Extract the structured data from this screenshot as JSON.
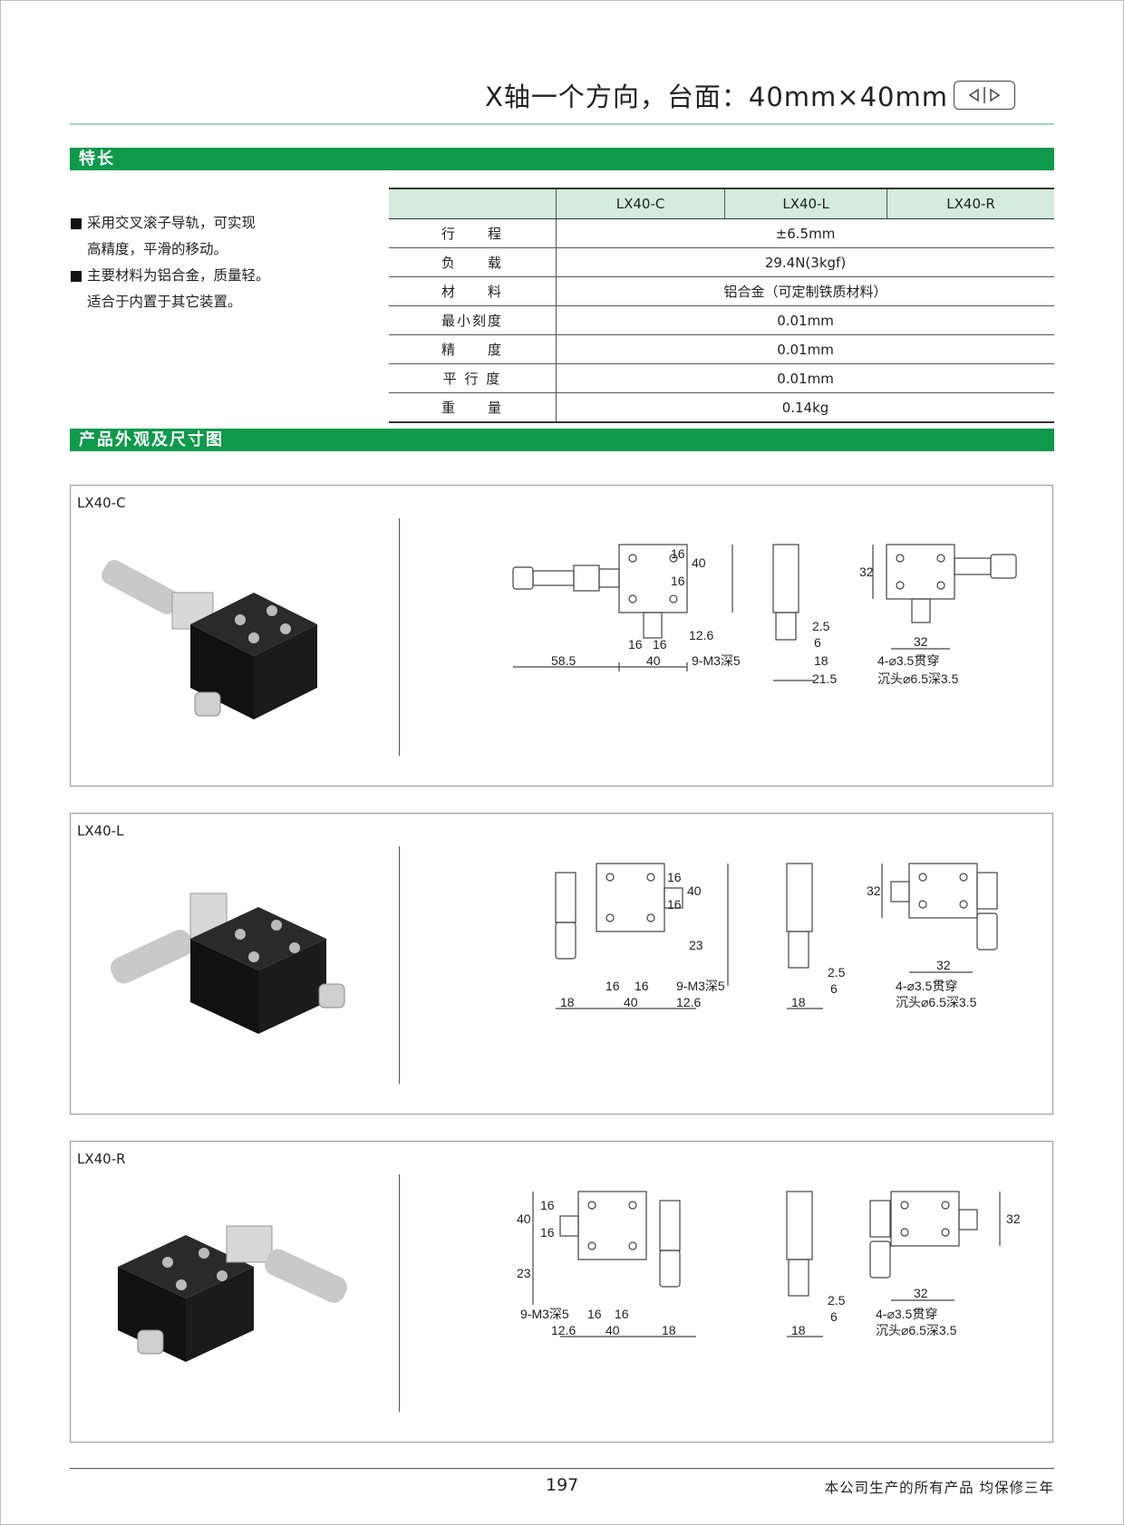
{
  "header": {
    "title": "X轴一个方向，台面：40mm×40mm"
  },
  "features_section": {
    "title": "特长",
    "items": [
      {
        "line1": "采用交叉滚子导轨，可实现",
        "line2": "高精度，平滑的移动。"
      },
      {
        "line1": "主要材料为铝合金，质量轻。",
        "line2": "适合于内置于其它装置。"
      }
    ]
  },
  "spec_table": {
    "columns": [
      "",
      "LX40-C",
      "LX40-L",
      "LX40-R"
    ],
    "rows": [
      {
        "param": "行　　程",
        "value": "±6.5mm"
      },
      {
        "param": "负　　载",
        "value": "29.4N(3kgf)"
      },
      {
        "param": "材　　料",
        "value": "铝合金（可定制铁质材料）"
      },
      {
        "param": "最小刻度",
        "value": "0.01mm"
      },
      {
        "param": "精　　度",
        "value": "0.01mm"
      },
      {
        "param": "平 行 度",
        "value": "0.01mm"
      },
      {
        "param": "重　　量",
        "value": "0.14kg"
      }
    ]
  },
  "dimensions_section": {
    "title": "产品外观及尺寸图",
    "panels": [
      {
        "label": "LX40-C",
        "dims": [
          "16",
          "40",
          "16",
          "12.6",
          "16",
          "16",
          "58.5",
          "40",
          "9-M3深5",
          "2.5",
          "6",
          "18",
          "21.5",
          "32",
          "32",
          "4-⌀3.5贯穿",
          "沉头⌀6.5深3.5"
        ]
      },
      {
        "label": "LX40-L",
        "dims": [
          "16",
          "40",
          "16",
          "23",
          "16",
          "16",
          "18",
          "40",
          "12.6",
          "9-M3深5",
          "2.5",
          "6",
          "18",
          "32",
          "32",
          "4-⌀3.5贯穿",
          "沉头⌀6.5深3.5"
        ]
      },
      {
        "label": "LX40-R",
        "dims": [
          "40",
          "16",
          "16",
          "23",
          "9-M3深5",
          "16",
          "16",
          "12.6",
          "40",
          "18",
          "2.5",
          "6",
          "18",
          "32",
          "32",
          "4-⌀3.5贯穿",
          "沉头⌀6.5深3.5"
        ]
      }
    ]
  },
  "footer": {
    "page_number": "197",
    "warranty": "本公司生产的所有产品 均保修三年"
  }
}
